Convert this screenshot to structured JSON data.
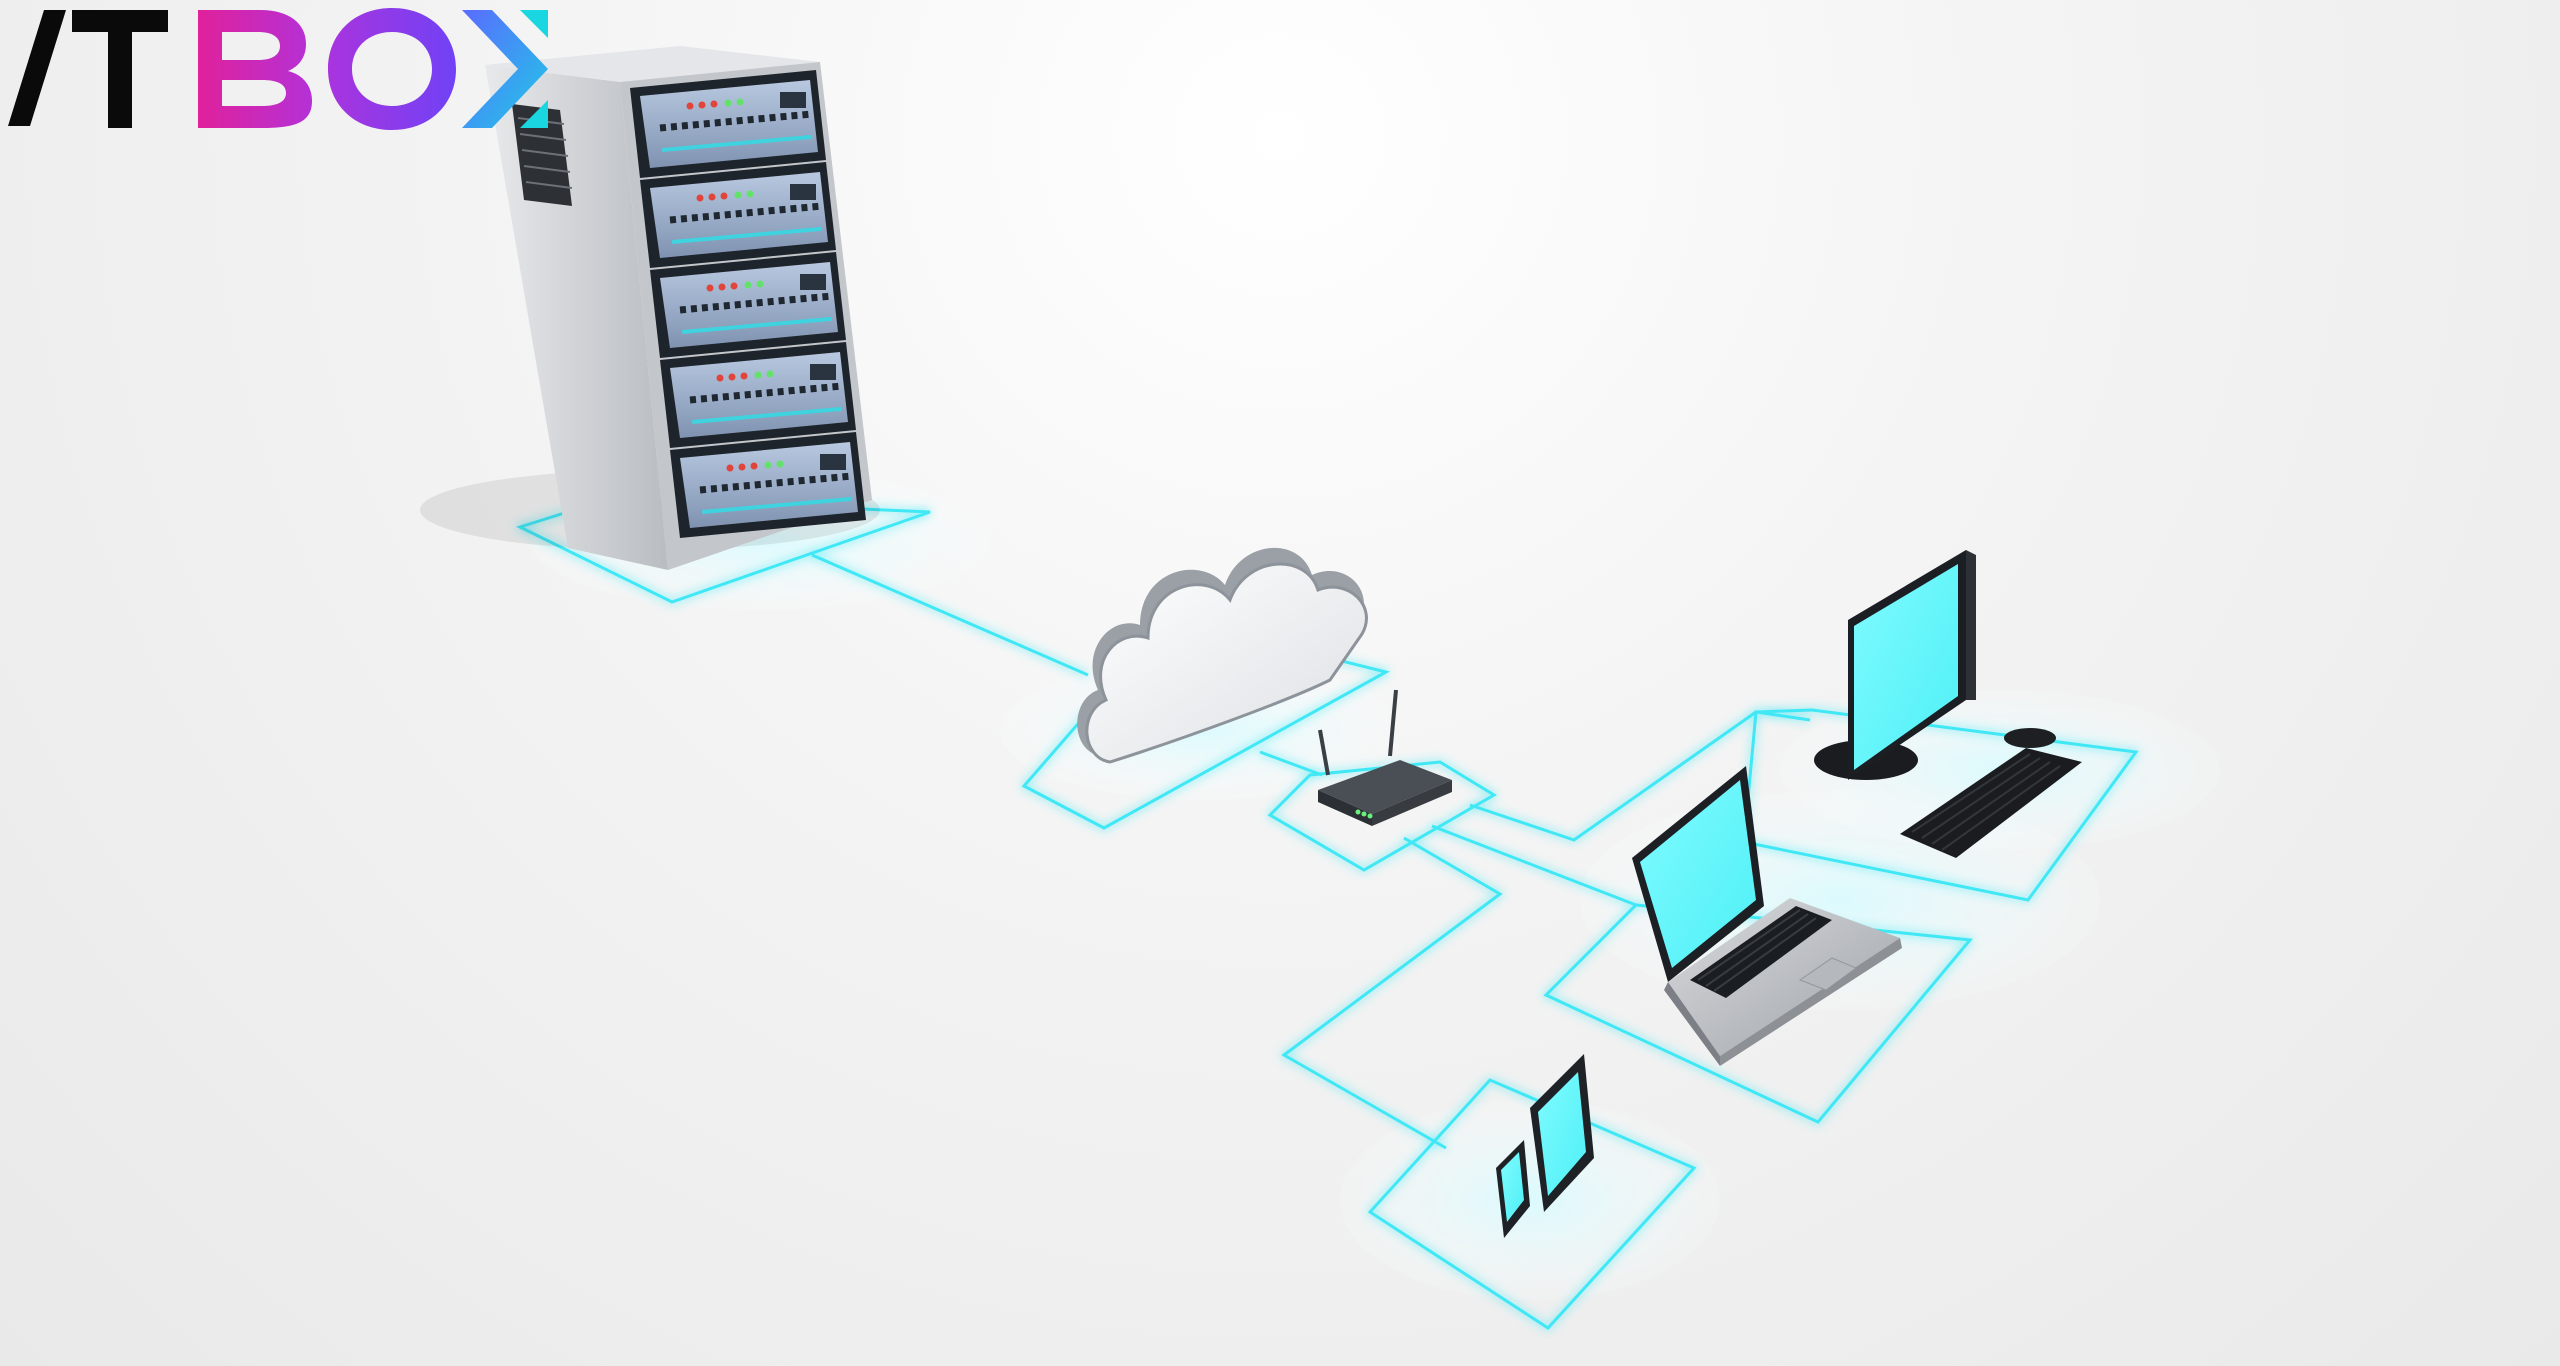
{
  "logo": {
    "text": "ITBOX",
    "colors": {
      "slash_t": "#0a0a0a",
      "b_start": "#e0219c",
      "b_end": "#b431d6",
      "o": "#8a3bf0",
      "x_chevron": "#4b82ff",
      "x_accent": "#1ad6e0"
    }
  },
  "palette": {
    "glow": "#41e8f5",
    "screen": "#5ff7fb",
    "server_panel": "#9fb3cf",
    "server_dark": "#222a33",
    "case": "#cfd2d6"
  },
  "nodes": [
    {
      "id": "server",
      "icon": "server-rack-icon"
    },
    {
      "id": "cloud",
      "icon": "cloud-icon"
    },
    {
      "id": "router",
      "icon": "wifi-router-icon"
    },
    {
      "id": "desktop",
      "icon": "desktop-monitor-icon"
    },
    {
      "id": "laptop",
      "icon": "laptop-icon"
    },
    {
      "id": "mobile",
      "icon": "tablet-phone-icon"
    }
  ]
}
